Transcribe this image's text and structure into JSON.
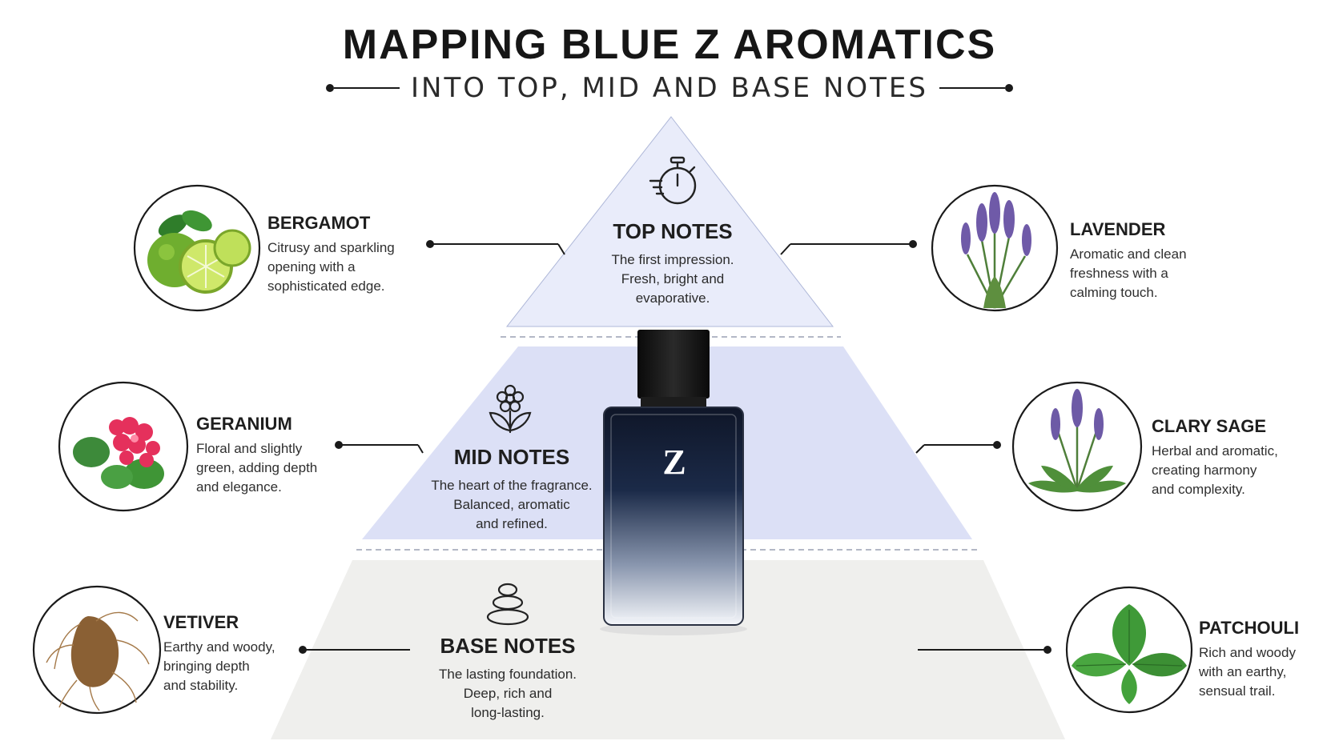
{
  "header": {
    "title": "MAPPING BLUE Z AROMATICS",
    "subtitle": "INTO TOP, MID AND BASE NOTES"
  },
  "colors": {
    "top_tier": "#e9ecfa",
    "mid_tier": "#dce0f6",
    "base_tier": "#efefed",
    "bottle_dark": "#141c2e",
    "ink": "#1a1a1a"
  },
  "pyramid": {
    "top": {
      "title": "TOP NOTES",
      "desc": "The first impression.\nFresh, bright and\nevaporative.",
      "icon": "stopwatch-icon"
    },
    "mid": {
      "title": "MID NOTES",
      "desc": "The heart of the fragrance.\nBalanced, aromatic\nand refined.",
      "icon": "flower-icon"
    },
    "base": {
      "title": "BASE NOTES",
      "desc": "The lasting foundation.\nDeep, rich and\nlong-lasting.",
      "icon": "stacked-stones-icon"
    }
  },
  "bottle": {
    "logo": "Z",
    "icon": "perfume-bottle-icon"
  },
  "notes": {
    "bergamot": {
      "name": "BERGAMOT",
      "desc": "Citrusy and sparkling\nopening with a\nsophisticated edge.",
      "icon": "bergamot-icon"
    },
    "lavender": {
      "name": "LAVENDER",
      "desc": "Aromatic and clean\nfreshness with a\ncalming touch.",
      "icon": "lavender-icon"
    },
    "geranium": {
      "name": "GERANIUM",
      "desc": "Floral and slightly\ngreen, adding depth\nand elegance.",
      "icon": "geranium-icon"
    },
    "clary_sage": {
      "name": "CLARY SAGE",
      "desc": "Herbal and aromatic,\ncreating harmony\nand complexity.",
      "icon": "clary-sage-icon"
    },
    "vetiver": {
      "name": "VETIVER",
      "desc": "Earthy and woody,\nbringing depth\nand stability.",
      "icon": "vetiver-root-icon"
    },
    "patchouli": {
      "name": "PATCHOULI",
      "desc": "Rich and woody\nwith an earthy,\nsensual trail.",
      "icon": "patchouli-leaf-icon"
    }
  }
}
